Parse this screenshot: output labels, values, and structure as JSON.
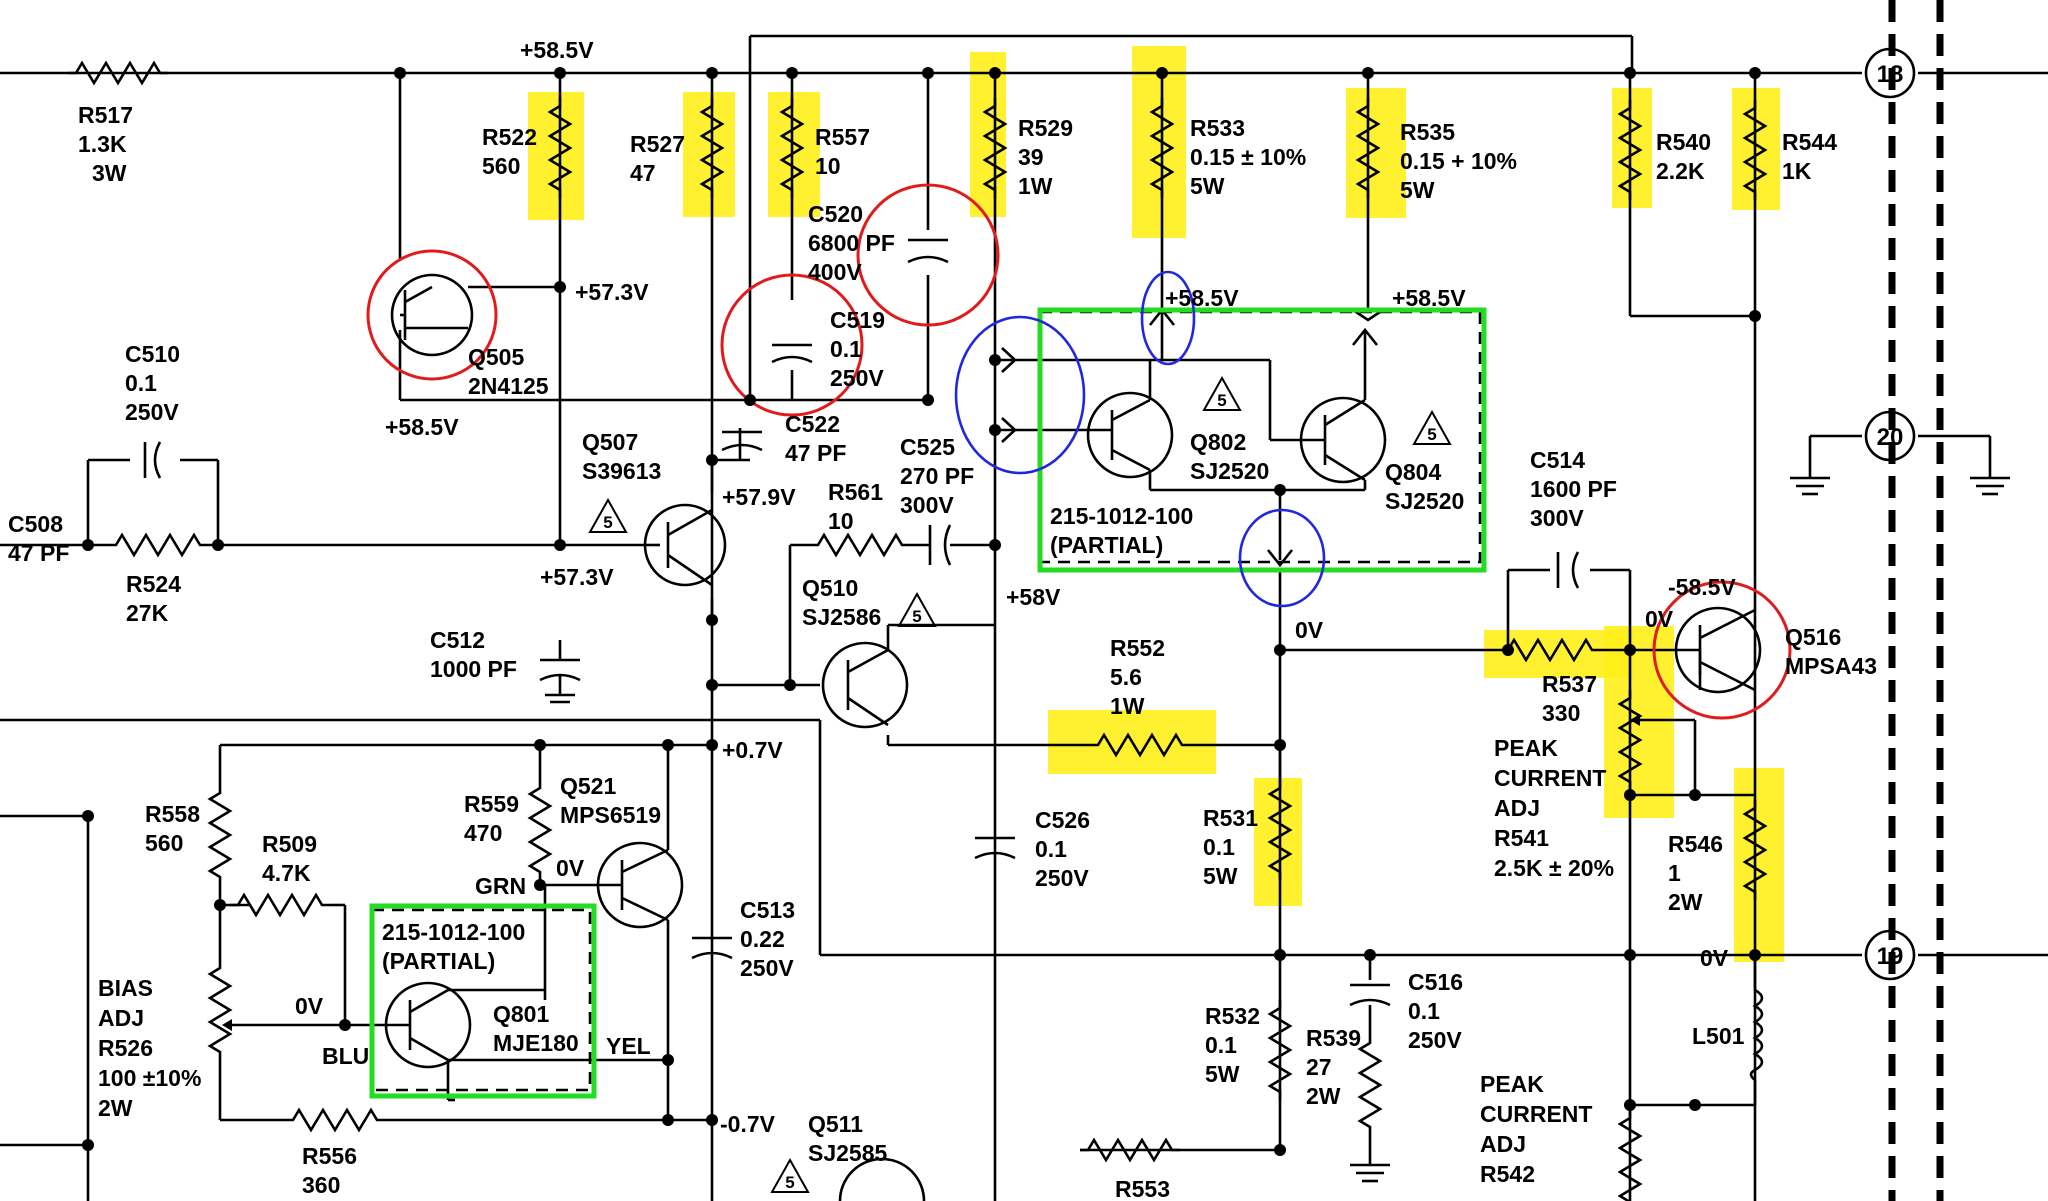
{
  "labels": {
    "r517": [
      "R517",
      "1.3K",
      "3W"
    ],
    "v585_top": "+58.5V",
    "r522": [
      "R522",
      "560"
    ],
    "r527": [
      "R527",
      "47"
    ],
    "r557": [
      "R557",
      "10"
    ],
    "r529": [
      "R529",
      "39",
      "1W"
    ],
    "r533": [
      "R533",
      "0.15 ± 10%",
      "5W"
    ],
    "r535": [
      "R535",
      "0.15 + 10%",
      "5W"
    ],
    "r540": [
      "R540",
      "2.2K"
    ],
    "r544": [
      "R544",
      "1K"
    ],
    "c520": [
      "C520",
      "6800 PF",
      "400V"
    ],
    "c519": [
      "C519",
      "0.1",
      "250V"
    ],
    "c522": [
      "C522",
      "47 PF"
    ],
    "c525": [
      "C525",
      "270 PF",
      "300V"
    ],
    "v573": "+57.3V",
    "v585_q505": "+58.5V",
    "q505": [
      "Q505",
      "2N4125"
    ],
    "c510": [
      "C510",
      "0.1",
      "250V"
    ],
    "c508": [
      "C508",
      "47 PF"
    ],
    "r524": [
      "R524",
      "27K"
    ],
    "q507": [
      "Q507",
      "S39613"
    ],
    "v579": "+57.9V",
    "v573_b": "+57.3V",
    "r561": [
      "R561",
      "10"
    ],
    "v585_a": "+58.5V",
    "v585_b": "+58.5V",
    "q802": [
      "Q802",
      "SJ2520"
    ],
    "q804": [
      "Q804",
      "SJ2520"
    ],
    "part_top": [
      "215-1012-100",
      "(PARTIAL)"
    ],
    "c514": [
      "C514",
      "1600 PF",
      "300V"
    ],
    "q510": [
      "Q510",
      "SJ2586"
    ],
    "v58": "+58V",
    "c512": [
      "C512",
      "1000 PF"
    ],
    "r552": [
      "R552",
      "5.6",
      "1W"
    ],
    "v0_mid": "0V",
    "v585_neg": "-58.5V",
    "v0_q516": "0V",
    "q516": [
      "Q516",
      "MPSA43"
    ],
    "r537": [
      "R537",
      "330"
    ],
    "peak1": [
      "PEAK",
      "CURRENT",
      "ADJ",
      "R541",
      "2.5K ± 20%"
    ],
    "r546": [
      "R546",
      "1",
      "2W"
    ],
    "v0_19": "0V",
    "r531": [
      "R531",
      "0.1",
      "5W"
    ],
    "r558": [
      "R558",
      "560"
    ],
    "r509": [
      "R509",
      "4.7K"
    ],
    "r559": [
      "R559",
      "470"
    ],
    "q521": [
      "Q521",
      "MPS6519"
    ],
    "v07": "+0.7V",
    "v0_q521": "0V",
    "grn": "GRN",
    "c526": [
      "C526",
      "0.1",
      "250V"
    ],
    "c513": [
      "C513",
      "0.22",
      "250V"
    ],
    "part_bot": [
      "215-1012-100",
      "(PARTIAL)"
    ],
    "bias": [
      "BIAS",
      "ADJ",
      "R526",
      "100 ±10%",
      "2W"
    ],
    "v0_bias": "0V",
    "blu": "BLU",
    "q801": [
      "Q801",
      "MJE180"
    ],
    "yel": "YEL",
    "r532": [
      "R532",
      "0.1",
      "5W"
    ],
    "r539": [
      "R539",
      "27",
      "2W"
    ],
    "c516": [
      "C516",
      "0.1",
      "250V"
    ],
    "l501": "L501",
    "peak2": [
      "PEAK",
      "CURRENT",
      "ADJ",
      "R542"
    ],
    "r556": [
      "R556",
      "360"
    ],
    "vneg07": "-0.7V",
    "q511": [
      "Q511",
      "SJ2585"
    ],
    "r553": "R553",
    "conn18": "18",
    "conn20": "20",
    "conn19": "19",
    "tri5": "5"
  }
}
